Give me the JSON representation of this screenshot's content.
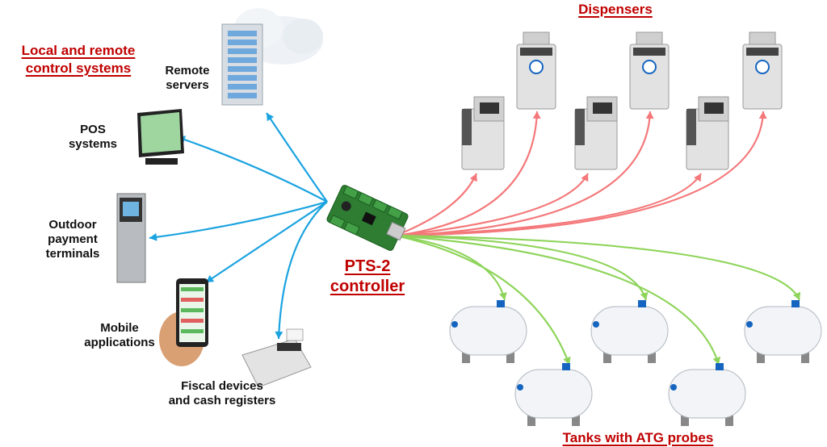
{
  "headings": {
    "local_remote": [
      "Local and remote",
      "control systems"
    ],
    "dispensers": "Dispensers",
    "tanks": "Tanks with ATG probes",
    "controller": [
      "PTS-2",
      "controller"
    ]
  },
  "systems": [
    {
      "id": "remote-servers",
      "label": [
        "Remote",
        "servers"
      ],
      "icon": "server-cloud-icon"
    },
    {
      "id": "pos",
      "label": [
        "POS",
        "systems"
      ],
      "icon": "pos-terminal-icon"
    },
    {
      "id": "outdoor-terminals",
      "label": [
        "Outdoor",
        "payment",
        "terminals"
      ],
      "icon": "payment-kiosk-icon"
    },
    {
      "id": "mobile",
      "label": [
        "Mobile",
        "applications"
      ],
      "icon": "smartphone-icon"
    },
    {
      "id": "fiscal",
      "label": [
        "Fiscal devices",
        "and cash registers"
      ],
      "icon": "cash-register-icon"
    }
  ],
  "colors": {
    "heading": "#c00000",
    "systems_link": "#1aa3e0",
    "dispenser_link": "#f4787a",
    "tank_link": "#8ed45a"
  }
}
